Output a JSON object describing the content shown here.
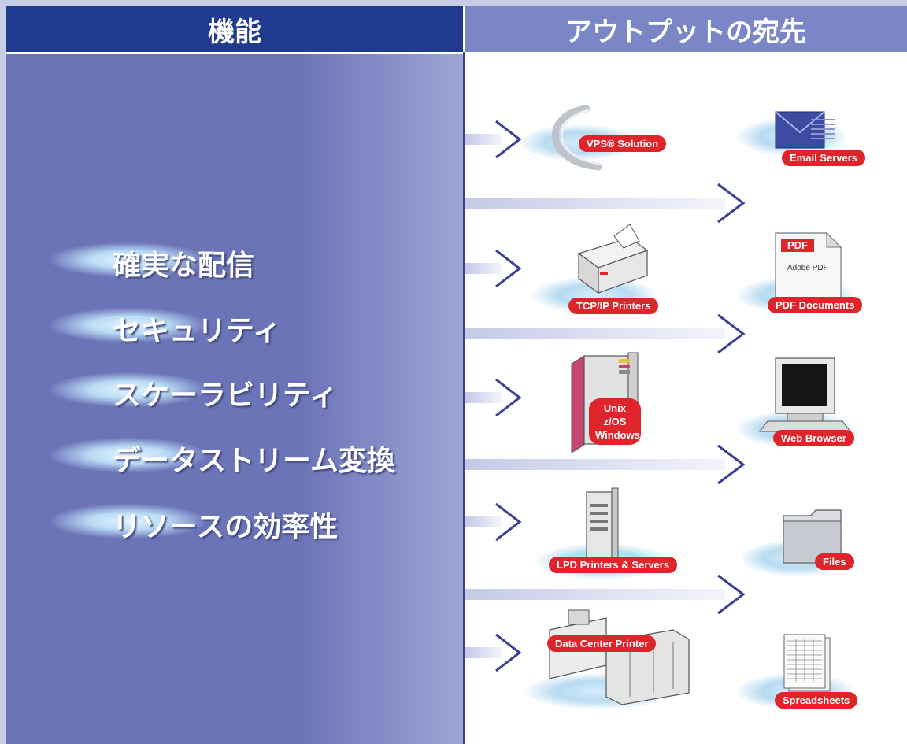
{
  "header": {
    "left_title": "機能",
    "right_title": "アウトプットの宛先"
  },
  "features": [
    "確実な配信",
    "セキュリティ",
    "スケーラビリティ",
    "データストリーム変換",
    "リソースの効率性"
  ],
  "sources": [
    {
      "label": "VPS® Solution",
      "icon": "vps-swoosh-icon"
    },
    {
      "label": "TCP/IP Printers",
      "icon": "laser-printer-icon"
    },
    {
      "lines": [
        "Unix",
        "z/OS",
        "Windows"
      ],
      "icon": "mainframe-icon"
    },
    {
      "label": "LPD Printers & Servers",
      "icon": "server-tower-icon"
    },
    {
      "label": "Data Center Printer",
      "icon": "production-printer-icon"
    }
  ],
  "destinations": [
    {
      "label": "Email Servers",
      "icon": "envelope-icon"
    },
    {
      "label": "PDF Documents",
      "icon": "pdf-document-icon",
      "badge": "PDF",
      "sublabel": "Adobe PDF"
    },
    {
      "label": "Web Browser",
      "icon": "monitor-icon"
    },
    {
      "label": "Files",
      "icon": "folder-icon"
    },
    {
      "label": "Spreadsheets",
      "icon": "spreadsheet-icon"
    }
  ],
  "colors": {
    "header_left": "#1f3b8f",
    "header_right": "#7a86c6",
    "panel": "#6c74b8",
    "accent": "#e0242b",
    "line": "#3d3f92"
  }
}
